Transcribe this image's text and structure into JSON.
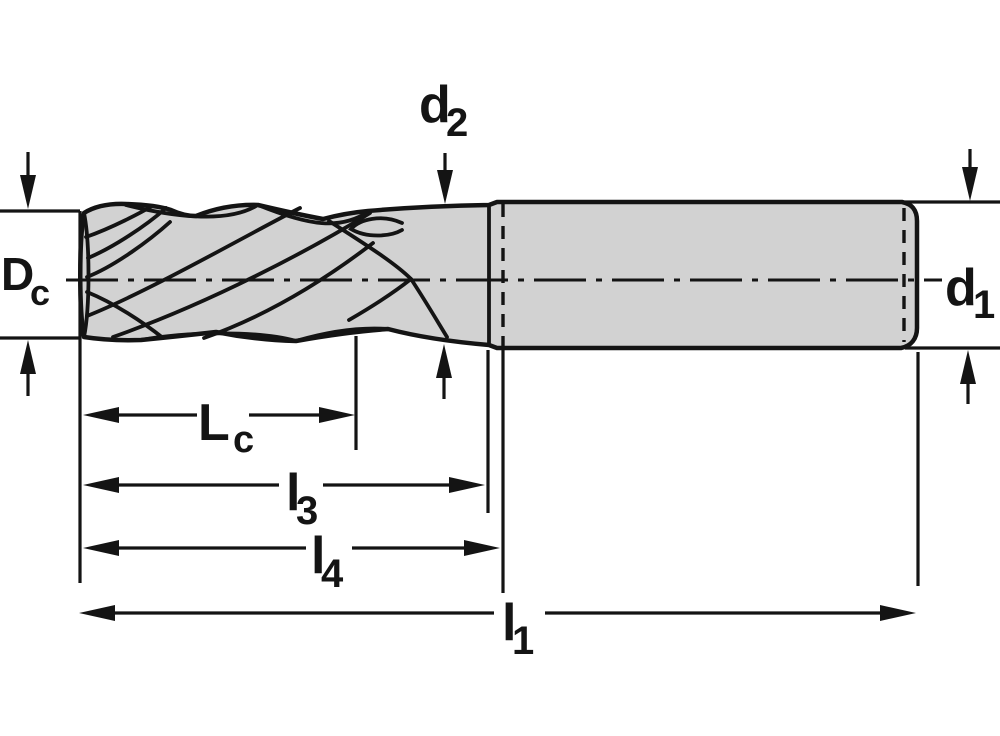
{
  "labels": {
    "cutting_diameter": {
      "main": "D",
      "sub": "c"
    },
    "neck_diameter": {
      "main": "d",
      "sub": "2"
    },
    "shank_diameter": {
      "main": "d",
      "sub": "1"
    },
    "cutting_length": {
      "main": "L",
      "sub": "c"
    },
    "length_l3": {
      "main": "l",
      "sub": "3"
    },
    "length_l4": {
      "main": "l",
      "sub": "4"
    },
    "overall_length": {
      "main": "l",
      "sub": "1"
    }
  },
  "colors": {
    "line": "#141414",
    "body_fill": "#d2d2d2",
    "background": "#ffffff"
  }
}
